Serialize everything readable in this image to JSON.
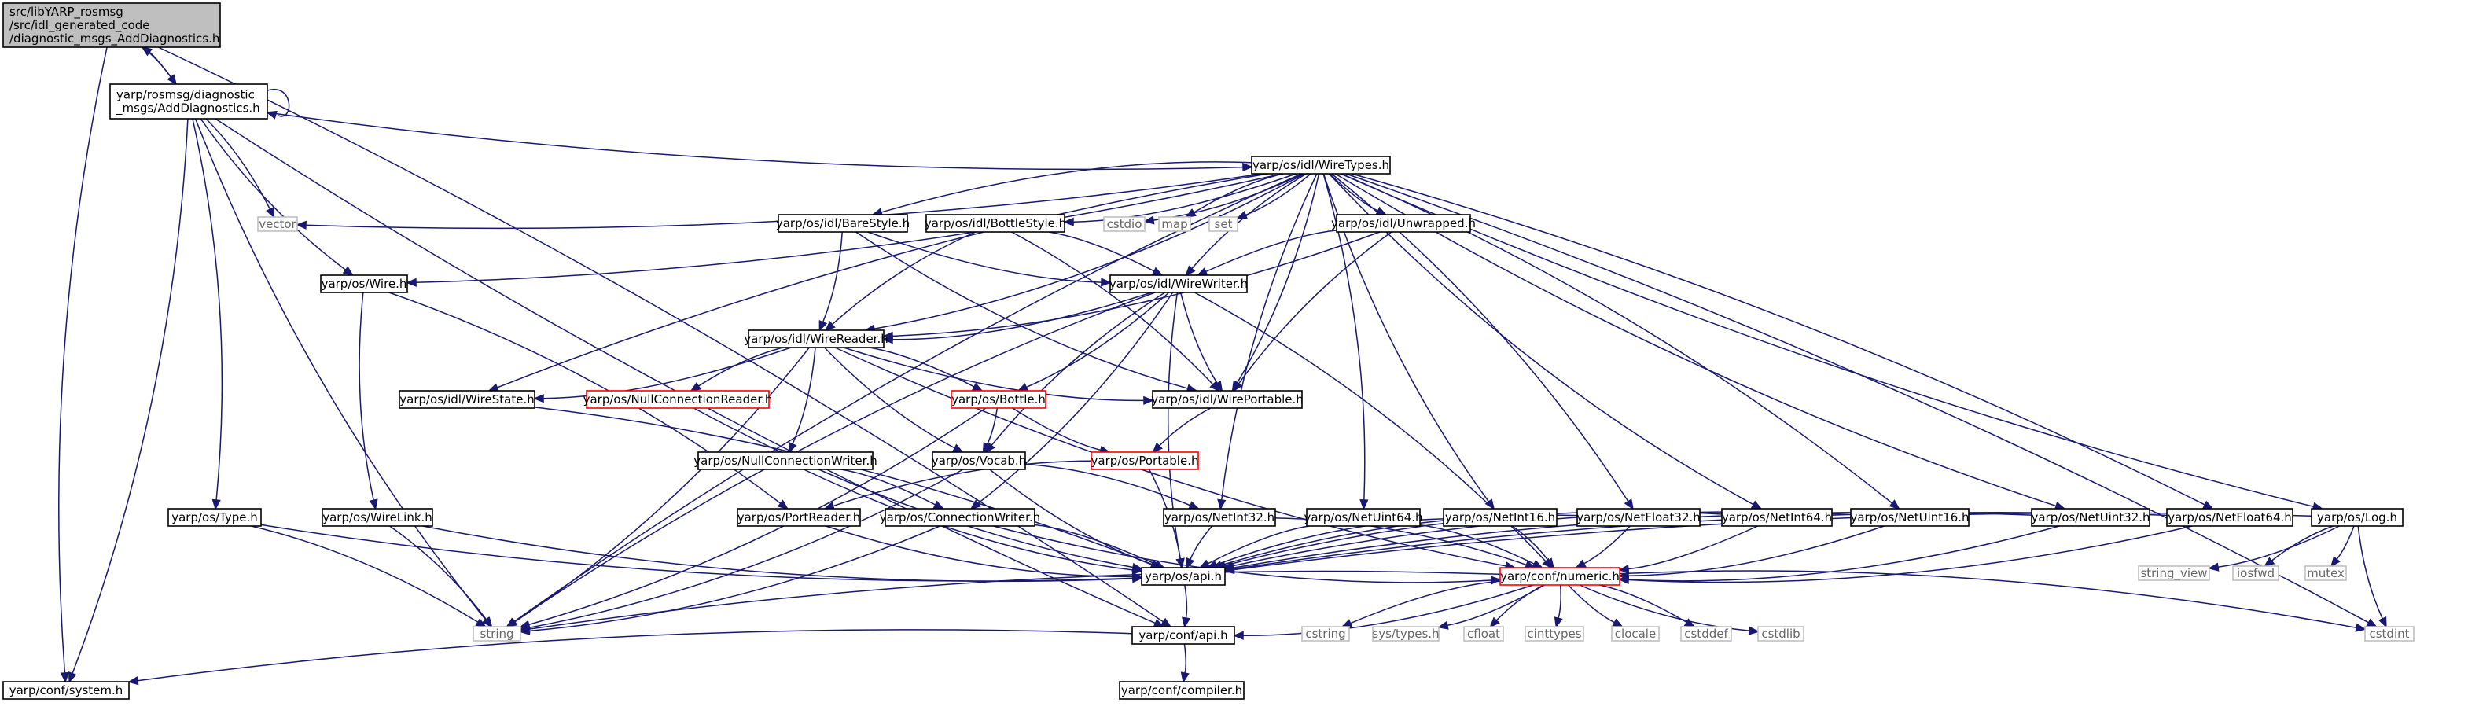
{
  "colors": {
    "edge": "#191970",
    "normal_border": "#000000",
    "normal_text": "#000000",
    "root_fill": "#bfbfbf",
    "root_border": "#000000",
    "red_border": "#ff0000",
    "red_text": "#ff0000",
    "external_border": "#bfbfbf",
    "external_text": "#666666"
  },
  "nodes": [
    {
      "id": "root",
      "lines": [
        "src/libYARP_rosmsg",
        "/src/idl_generated_code",
        "/diagnostic_msgs_AddDiagnostics.h"
      ],
      "style": "root",
      "interactable": false
    },
    {
      "id": "add_h",
      "lines": [
        "yarp/rosmsg/diagnostic",
        "_msgs/AddDiagnostics.h"
      ],
      "style": "normal"
    },
    {
      "id": "wiretypes",
      "lines": [
        "yarp/os/idl/WireTypes.h"
      ],
      "style": "normal"
    },
    {
      "id": "vector",
      "lines": [
        "vector"
      ],
      "style": "external"
    },
    {
      "id": "cstdio",
      "lines": [
        "cstdio"
      ],
      "style": "external"
    },
    {
      "id": "map",
      "lines": [
        "map"
      ],
      "style": "external"
    },
    {
      "id": "set",
      "lines": [
        "set"
      ],
      "style": "external"
    },
    {
      "id": "barestyle",
      "lines": [
        "yarp/os/idl/BareStyle.h"
      ],
      "style": "normal"
    },
    {
      "id": "bottlestyle",
      "lines": [
        "yarp/os/idl/BottleStyle.h"
      ],
      "style": "normal"
    },
    {
      "id": "unwrapped",
      "lines": [
        "yarp/os/idl/Unwrapped.h"
      ],
      "style": "normal"
    },
    {
      "id": "wire",
      "lines": [
        "yarp/os/Wire.h"
      ],
      "style": "normal"
    },
    {
      "id": "wirewriter",
      "lines": [
        "yarp/os/idl/WireWriter.h"
      ],
      "style": "normal"
    },
    {
      "id": "wirereader",
      "lines": [
        "yarp/os/idl/WireReader.h"
      ],
      "style": "normal"
    },
    {
      "id": "wirestate",
      "lines": [
        "yarp/os/idl/WireState.h"
      ],
      "style": "normal"
    },
    {
      "id": "nullconnreader",
      "lines": [
        "yarp/os/NullConnectionReader.h"
      ],
      "style": "red"
    },
    {
      "id": "bottle",
      "lines": [
        "yarp/os/Bottle.h"
      ],
      "style": "red"
    },
    {
      "id": "wireportable",
      "lines": [
        "yarp/os/idl/WirePortable.h"
      ],
      "style": "normal"
    },
    {
      "id": "nullconnwriter",
      "lines": [
        "yarp/os/NullConnectionWriter.h"
      ],
      "style": "normal"
    },
    {
      "id": "vocab",
      "lines": [
        "yarp/os/Vocab.h"
      ],
      "style": "normal"
    },
    {
      "id": "portable",
      "lines": [
        "yarp/os/Portable.h"
      ],
      "style": "red"
    },
    {
      "id": "type",
      "lines": [
        "yarp/os/Type.h"
      ],
      "style": "normal"
    },
    {
      "id": "wirelink",
      "lines": [
        "yarp/os/WireLink.h"
      ],
      "style": "normal"
    },
    {
      "id": "portreader",
      "lines": [
        "yarp/os/PortReader.h"
      ],
      "style": "normal"
    },
    {
      "id": "connwriter",
      "lines": [
        "yarp/os/ConnectionWriter.h"
      ],
      "style": "normal"
    },
    {
      "id": "netint32",
      "lines": [
        "yarp/os/NetInt32.h"
      ],
      "style": "normal"
    },
    {
      "id": "netuint64",
      "lines": [
        "yarp/os/NetUint64.h"
      ],
      "style": "normal"
    },
    {
      "id": "netint16",
      "lines": [
        "yarp/os/NetInt16.h"
      ],
      "style": "normal"
    },
    {
      "id": "netfloat32",
      "lines": [
        "yarp/os/NetFloat32.h"
      ],
      "style": "normal"
    },
    {
      "id": "netint64",
      "lines": [
        "yarp/os/NetInt64.h"
      ],
      "style": "normal"
    },
    {
      "id": "netuint16",
      "lines": [
        "yarp/os/NetUint16.h"
      ],
      "style": "normal"
    },
    {
      "id": "netuint32",
      "lines": [
        "yarp/os/NetUint32.h"
      ],
      "style": "normal"
    },
    {
      "id": "netfloat64",
      "lines": [
        "yarp/os/NetFloat64.h"
      ],
      "style": "normal"
    },
    {
      "id": "log",
      "lines": [
        "yarp/os/Log.h"
      ],
      "style": "normal"
    },
    {
      "id": "string_view",
      "lines": [
        "string_view"
      ],
      "style": "external"
    },
    {
      "id": "iosfwd",
      "lines": [
        "iosfwd"
      ],
      "style": "external"
    },
    {
      "id": "mutex",
      "lines": [
        "mutex"
      ],
      "style": "external"
    },
    {
      "id": "os_api",
      "lines": [
        "yarp/os/api.h"
      ],
      "style": "normal"
    },
    {
      "id": "numeric",
      "lines": [
        "yarp/conf/numeric.h"
      ],
      "style": "red"
    },
    {
      "id": "string",
      "lines": [
        "string"
      ],
      "style": "external"
    },
    {
      "id": "conf_api",
      "lines": [
        "yarp/conf/api.h"
      ],
      "style": "normal"
    },
    {
      "id": "cstring",
      "lines": [
        "cstring"
      ],
      "style": "external"
    },
    {
      "id": "systypes",
      "lines": [
        "sys/types.h"
      ],
      "style": "external"
    },
    {
      "id": "cfloat",
      "lines": [
        "cfloat"
      ],
      "style": "external"
    },
    {
      "id": "cinttypes",
      "lines": [
        "cinttypes"
      ],
      "style": "external"
    },
    {
      "id": "clocale",
      "lines": [
        "clocale"
      ],
      "style": "external"
    },
    {
      "id": "cstddef",
      "lines": [
        "cstddef"
      ],
      "style": "external"
    },
    {
      "id": "cstdlib",
      "lines": [
        "cstdlib"
      ],
      "style": "external"
    },
    {
      "id": "cstdint",
      "lines": [
        "cstdint"
      ],
      "style": "external"
    },
    {
      "id": "conf_system",
      "lines": [
        "yarp/conf/system.h"
      ],
      "style": "normal"
    },
    {
      "id": "compiler",
      "lines": [
        "yarp/conf/compiler.h"
      ],
      "style": "normal"
    }
  ],
  "edges": [
    [
      "root",
      "add_h"
    ],
    [
      "root",
      "conf_system"
    ],
    [
      "root",
      "conf_api"
    ],
    [
      "add_h",
      "root"
    ],
    [
      "add_h",
      "add_h"
    ],
    [
      "add_h",
      "wiretypes"
    ],
    [
      "add_h",
      "vector"
    ],
    [
      "add_h",
      "wire"
    ],
    [
      "add_h",
      "type"
    ],
    [
      "add_h",
      "string"
    ],
    [
      "add_h",
      "conf_system"
    ],
    [
      "add_h",
      "conf_api"
    ],
    [
      "wiretypes",
      "vector"
    ],
    [
      "wiretypes",
      "string"
    ],
    [
      "wiretypes",
      "cstdio"
    ],
    [
      "wiretypes",
      "map"
    ],
    [
      "wiretypes",
      "set"
    ],
    [
      "wiretypes",
      "barestyle"
    ],
    [
      "wiretypes",
      "bottlestyle"
    ],
    [
      "wiretypes",
      "unwrapped"
    ],
    [
      "wiretypes",
      "wire"
    ],
    [
      "wiretypes",
      "wirewriter"
    ],
    [
      "wiretypes",
      "wirereader"
    ],
    [
      "wiretypes",
      "wirestate"
    ],
    [
      "wiretypes",
      "wireportable"
    ],
    [
      "wiretypes",
      "netint32"
    ],
    [
      "wiretypes",
      "netuint64"
    ],
    [
      "wiretypes",
      "netint16"
    ],
    [
      "wiretypes",
      "netfloat32"
    ],
    [
      "wiretypes",
      "netint64"
    ],
    [
      "wiretypes",
      "netuint16"
    ],
    [
      "wiretypes",
      "netuint32"
    ],
    [
      "wiretypes",
      "netfloat64"
    ],
    [
      "wiretypes",
      "log"
    ],
    [
      "wiretypes",
      "cstdint"
    ],
    [
      "barestyle",
      "wirewriter"
    ],
    [
      "barestyle",
      "wirereader"
    ],
    [
      "barestyle",
      "wireportable"
    ],
    [
      "bottlestyle",
      "wirewriter"
    ],
    [
      "bottlestyle",
      "wirereader"
    ],
    [
      "bottlestyle",
      "wireportable"
    ],
    [
      "unwrapped",
      "wirewriter"
    ],
    [
      "unwrapped",
      "wirereader"
    ],
    [
      "unwrapped",
      "wireportable"
    ],
    [
      "wire",
      "portreader"
    ],
    [
      "wire",
      "wirelink"
    ],
    [
      "wirewriter",
      "wirereader"
    ],
    [
      "wirewriter",
      "wireportable"
    ],
    [
      "wirewriter",
      "bottle"
    ],
    [
      "wirewriter",
      "vocab"
    ],
    [
      "wirewriter",
      "connwriter"
    ],
    [
      "wirewriter",
      "os_api"
    ],
    [
      "wirewriter",
      "numeric"
    ],
    [
      "wirewriter",
      "string"
    ],
    [
      "wirereader",
      "wirestate"
    ],
    [
      "wirereader",
      "nullconnreader"
    ],
    [
      "wirereader",
      "bottle"
    ],
    [
      "wirereader",
      "wireportable"
    ],
    [
      "wirereader",
      "nullconnwriter"
    ],
    [
      "wirereader",
      "vocab"
    ],
    [
      "wirereader",
      "string"
    ],
    [
      "wirereader",
      "numeric"
    ],
    [
      "wirestate",
      "os_api"
    ],
    [
      "nullconnreader",
      "os_api"
    ],
    [
      "bottle",
      "vocab"
    ],
    [
      "bottle",
      "portable"
    ],
    [
      "bottle",
      "string"
    ],
    [
      "wireportable",
      "portable"
    ],
    [
      "nullconnwriter",
      "connwriter"
    ],
    [
      "nullconnwriter",
      "os_api"
    ],
    [
      "vocab",
      "netint32"
    ],
    [
      "vocab",
      "os_api"
    ],
    [
      "vocab",
      "string"
    ],
    [
      "portable",
      "portreader"
    ],
    [
      "portable",
      "os_api"
    ],
    [
      "type",
      "os_api"
    ],
    [
      "type",
      "string"
    ],
    [
      "wirelink",
      "os_api"
    ],
    [
      "wirelink",
      "string"
    ],
    [
      "portreader",
      "os_api"
    ],
    [
      "connwriter",
      "os_api"
    ],
    [
      "connwriter",
      "numeric"
    ],
    [
      "connwriter",
      "string"
    ],
    [
      "netint32",
      "os_api"
    ],
    [
      "netint32",
      "numeric"
    ],
    [
      "netuint64",
      "os_api"
    ],
    [
      "netuint64",
      "numeric"
    ],
    [
      "netint16",
      "os_api"
    ],
    [
      "netint16",
      "numeric"
    ],
    [
      "netfloat32",
      "os_api"
    ],
    [
      "netfloat32",
      "numeric"
    ],
    [
      "netint64",
      "os_api"
    ],
    [
      "netint64",
      "numeric"
    ],
    [
      "netuint16",
      "os_api"
    ],
    [
      "netuint16",
      "numeric"
    ],
    [
      "netuint32",
      "os_api"
    ],
    [
      "netuint32",
      "numeric"
    ],
    [
      "netfloat64",
      "os_api"
    ],
    [
      "netfloat64",
      "numeric"
    ],
    [
      "log",
      "os_api"
    ],
    [
      "log",
      "string_view"
    ],
    [
      "log",
      "iosfwd"
    ],
    [
      "log",
      "mutex"
    ],
    [
      "log",
      "cstdint"
    ],
    [
      "os_api",
      "conf_api"
    ],
    [
      "numeric",
      "string"
    ],
    [
      "numeric",
      "conf_api"
    ],
    [
      "numeric",
      "cstring"
    ],
    [
      "numeric",
      "systypes"
    ],
    [
      "numeric",
      "cfloat"
    ],
    [
      "numeric",
      "cinttypes"
    ],
    [
      "numeric",
      "clocale"
    ],
    [
      "numeric",
      "cstddef"
    ],
    [
      "numeric",
      "cstdlib"
    ],
    [
      "numeric",
      "cstdint"
    ],
    [
      "conf_api",
      "conf_system"
    ],
    [
      "conf_api",
      "compiler"
    ]
  ]
}
